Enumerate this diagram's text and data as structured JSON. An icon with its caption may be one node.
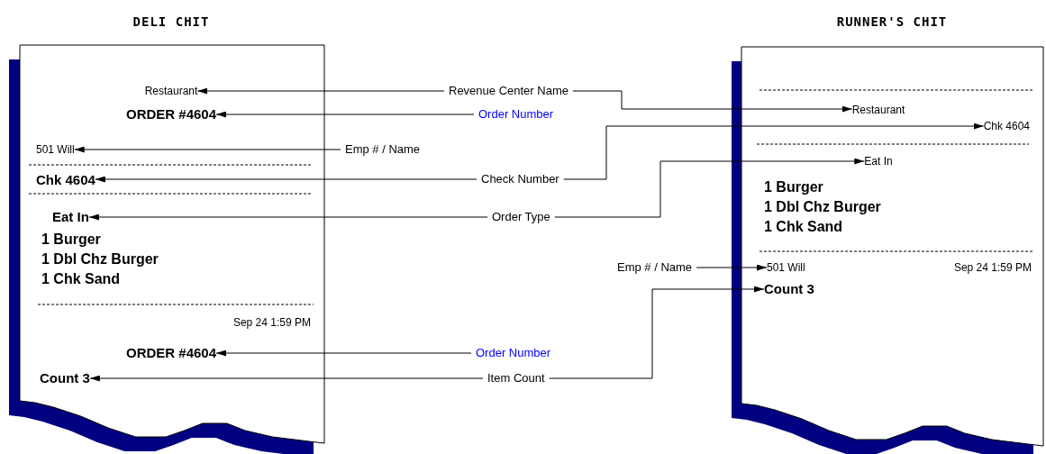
{
  "diagram": {
    "nodes": [
      {
        "text": [
          "DELI CHIT",
          "1 Burger",
          "1 Dbl Chz Burger",
          "1 Chk Sand",
          "Sep 24 1:59 PM"
        ]
      },
      {
        "text": [
          "Restaurant"
        ],
        "in": 0
      },
      {
        "text": [
          "ORDER #4604"
        ],
        "in": 0
      },
      {
        "text": [
          "501 Will"
        ],
        "in": 0
      },
      {
        "text": [
          "Chk 4604"
        ],
        "in": 0
      },
      {
        "text": [
          "Eat In"
        ],
        "in": 0
      },
      {
        "text": [
          "ORDER #4604"
        ],
        "in": 0
      },
      {
        "text": [
          "Count 3"
        ],
        "in": 0
      },
      {
        "text": [
          "Revenue Center Name"
        ]
      },
      {
        "text": [
          "Order Number"
        ]
      },
      {
        "text": [
          "Emp # / Name"
        ]
      },
      {
        "text": [
          "Check Number"
        ]
      },
      {
        "text": [
          "Order Type"
        ]
      },
      {
        "text": [
          "Emp # / Name"
        ]
      },
      {
        "text": [
          "Order Number"
        ]
      },
      {
        "text": [
          "Item Count"
        ]
      },
      {
        "text": [
          "RUNNER'S CHIT",
          "1 Burger",
          "1 Dbl Chz Burger",
          "1 Chk Sand",
          "Sep 24 1:59 PM"
        ]
      },
      {
        "text": [
          "Restaurant"
        ],
        "in": 16
      },
      {
        "text": [
          "Chk 4604"
        ],
        "in": 16
      },
      {
        "text": [
          "Eat In"
        ],
        "in": 16
      },
      {
        "text": [
          "501 Will"
        ],
        "in": 16
      },
      {
        "text": [
          "Count 3"
        ],
        "in": 16
      }
    ],
    "edges": [
      {
        "from": 8,
        "to": 1,
        "arrow": "to"
      },
      {
        "from": 8,
        "to": 17,
        "arrow": "to"
      },
      {
        "from": 9,
        "to": 2,
        "arrow": "to"
      },
      {
        "from": 10,
        "to": 3,
        "arrow": "to"
      },
      {
        "from": 11,
        "to": 4,
        "arrow": "to"
      },
      {
        "from": 11,
        "to": 18,
        "arrow": "to"
      },
      {
        "from": 12,
        "to": 5,
        "arrow": "to"
      },
      {
        "from": 12,
        "to": 19,
        "arrow": "to"
      },
      {
        "from": 13,
        "to": 20,
        "arrow": "to"
      },
      {
        "from": 14,
        "to": 6,
        "arrow": "to"
      },
      {
        "from": 15,
        "to": 7,
        "arrow": "to"
      },
      {
        "from": 15,
        "to": 21,
        "arrow": "to"
      }
    ]
  }
}
